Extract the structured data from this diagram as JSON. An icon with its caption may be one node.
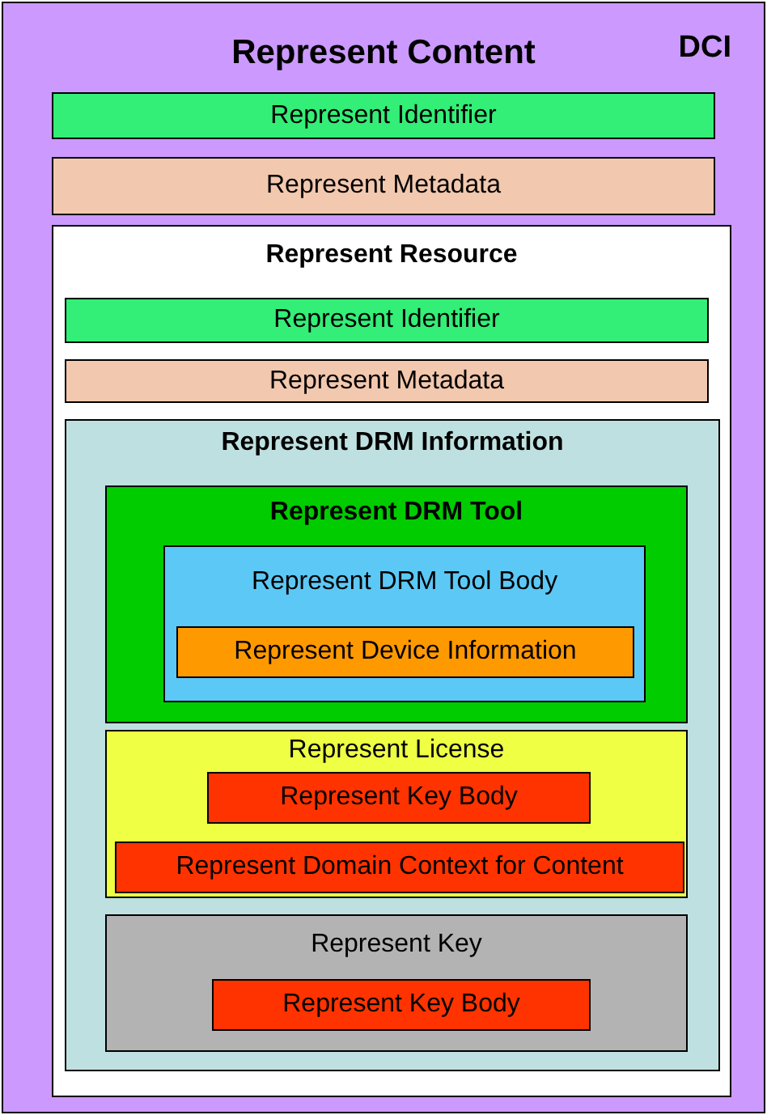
{
  "diagram": {
    "nodes": [
      {
        "text": [
          "Represent Content",
          "DCI"
        ]
      },
      {
        "text": [
          "Represent Identifier"
        ],
        "in": 0
      },
      {
        "text": [
          "Represent Metadata"
        ],
        "in": 0
      },
      {
        "text": [
          "Represent Resource"
        ],
        "in": 0
      },
      {
        "text": [
          "Represent Identifier"
        ],
        "in": 3
      },
      {
        "text": [
          "Represent Metadata"
        ],
        "in": 3
      },
      {
        "text": [
          "Represent DRM Information"
        ],
        "in": 3
      },
      {
        "text": [
          "Represent DRM Tool"
        ],
        "in": 6
      },
      {
        "text": [
          "Represent DRM Tool Body"
        ],
        "in": 7
      },
      {
        "text": [
          "Represent Device Information"
        ],
        "in": 8
      },
      {
        "text": [
          "Represent License"
        ],
        "in": 6
      },
      {
        "text": [
          "Represent Key Body"
        ],
        "in": 10
      },
      {
        "text": [
          "Represent Domain Context for Content"
        ],
        "in": 10
      },
      {
        "text": [
          "Represent Key"
        ],
        "in": 6
      },
      {
        "text": [
          "Represent Key Body"
        ],
        "in": 13
      }
    ]
  }
}
